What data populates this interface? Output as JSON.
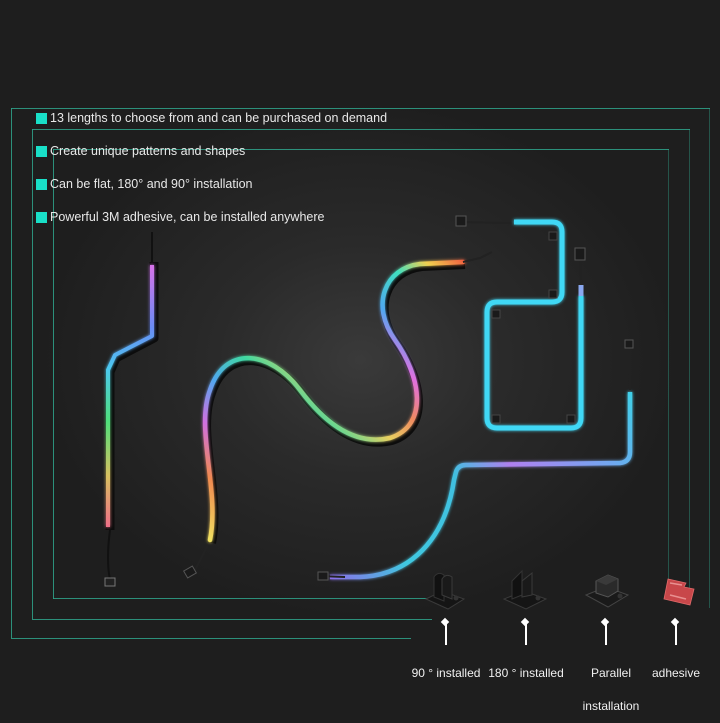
{
  "features": [
    {
      "icon": "teal-square-bullet-icon",
      "text": "13 lengths to choose from and can be purchased on demand"
    },
    {
      "icon": "teal-square-bullet-icon",
      "text": "Create unique patterns and shapes"
    },
    {
      "icon": "teal-square-bullet-icon",
      "text": "Can be flat, 180° and 90° installation"
    },
    {
      "icon": "teal-square-bullet-icon",
      "text": "Powerful 3M adhesive, can be installed anywhere"
    }
  ],
  "accessories": [
    {
      "icon": "90-degree-clip-icon",
      "label": "90 ° installed"
    },
    {
      "icon": "180-degree-clip-icon",
      "label": "180 ° installed"
    },
    {
      "icon": "parallel-clip-icon",
      "label": "Parallel installation"
    },
    {
      "icon": "adhesive-pad-icon",
      "label": "adhesive"
    }
  ],
  "colors": {
    "background": "#1f1f1f",
    "frame_lines": "#2fa58c",
    "bullet": "#19e0c8",
    "led_cyan": "#3fd8f5",
    "adhesive_red": "#c8474a"
  }
}
